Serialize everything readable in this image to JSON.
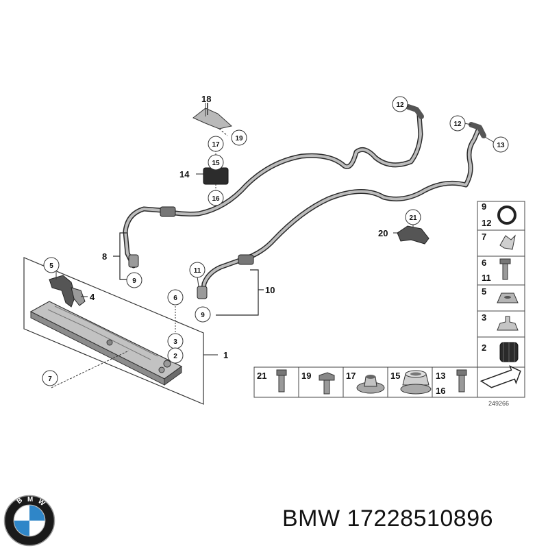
{
  "logo": {
    "ring_text": "BMW",
    "colors": {
      "ring": "#1a1a1a",
      "blue": "#2f86c8",
      "white": "#ffffff"
    }
  },
  "caption": "BMW 17228510896",
  "diagram_number": "249266",
  "callouts": {
    "c1": "1",
    "c2": "2",
    "c3": "3",
    "c4": "4",
    "c5": "5",
    "c6": "6",
    "c7": "7",
    "c8": "8",
    "c9a": "9",
    "c9b": "9",
    "c10": "10",
    "c11": "11",
    "c12a": "12",
    "c12b": "12",
    "c13": "13",
    "c14": "14",
    "c15": "15",
    "c16": "16",
    "c17": "17",
    "c18": "18",
    "c19": "19",
    "c20": "20",
    "c21": "21"
  },
  "parts_column": {
    "cell1": [
      "9",
      "12"
    ],
    "cell2": [
      "7"
    ],
    "cell3": [
      "6",
      "11"
    ],
    "cell4": [
      "5"
    ],
    "cell5": [
      "3"
    ],
    "cell6": [
      "2"
    ]
  },
  "parts_row": {
    "cell1": [
      "21"
    ],
    "cell2": [
      "19"
    ],
    "cell3": [
      "17"
    ],
    "cell4": [
      "15"
    ],
    "cell5": [
      "13",
      "16"
    ]
  },
  "colors": {
    "line": "#2a2a2a",
    "part_dark": "#3a3a3a",
    "part_mid": "#8a8a8a",
    "part_light": "#c8c8c8"
  }
}
